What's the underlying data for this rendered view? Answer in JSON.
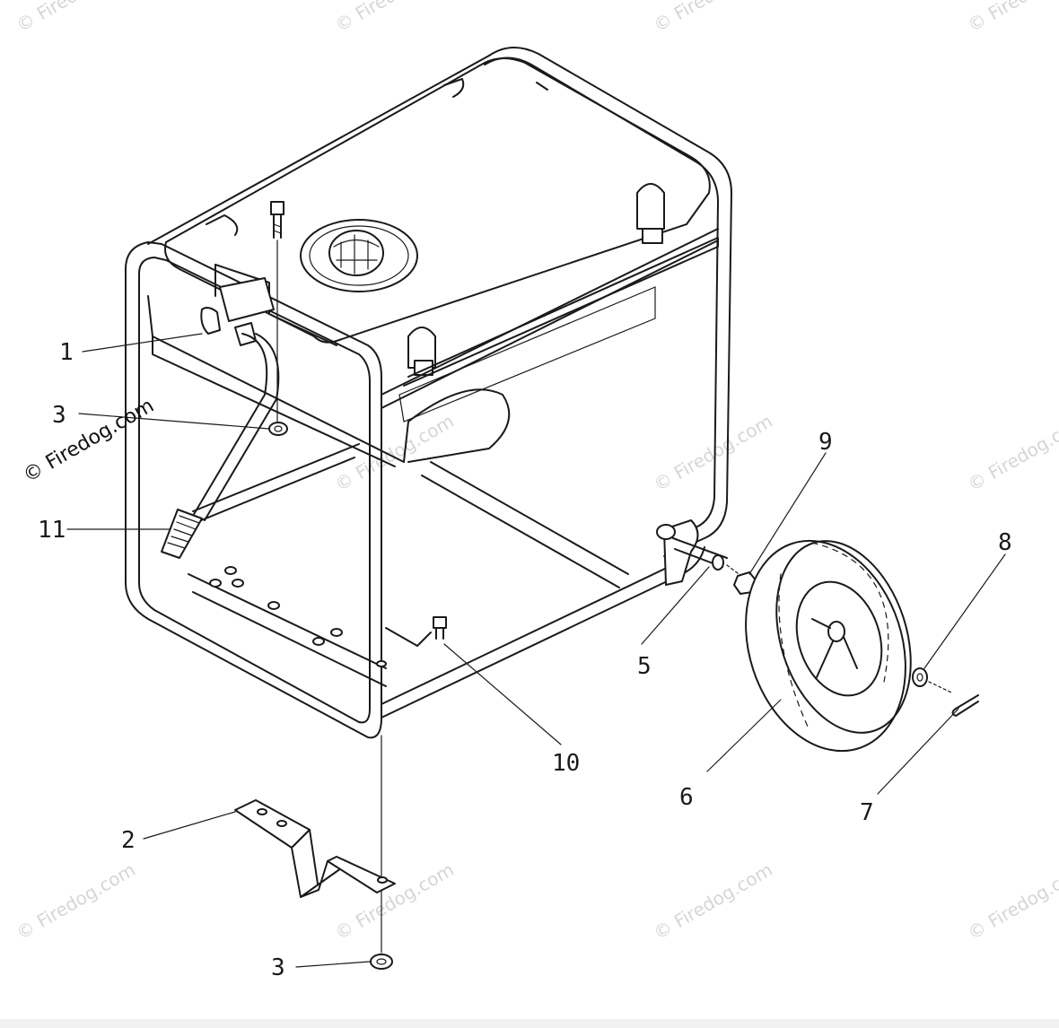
{
  "watermark": "© Firedog.com",
  "part_numbers": {
    "p1": "1",
    "p2": "2",
    "p3a": "3",
    "p3b": "3",
    "p5": "5",
    "p6": "6",
    "p7": "7",
    "p8": "8",
    "p9": "9",
    "p10": "10",
    "p11": "11"
  }
}
